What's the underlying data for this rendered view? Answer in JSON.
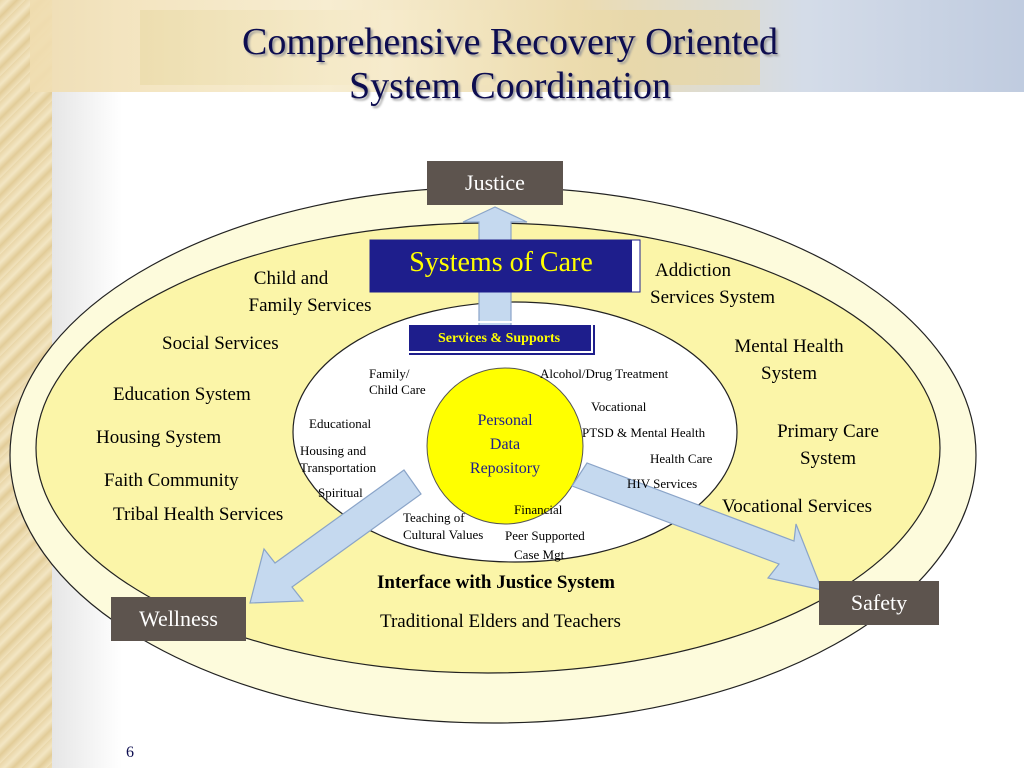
{
  "title_line1": "Comprehensive Recovery Oriented",
  "title_line2": "System Coordination",
  "boxes": {
    "justice": "Justice",
    "wellness": "Wellness",
    "safety": "Safety"
  },
  "systems_of_care": "Systems of Care",
  "services_supports": "Services & Supports",
  "center": {
    "line1": "Personal",
    "line2": "Data",
    "line3": "Repository"
  },
  "outer_left": {
    "child_family_1": "Child and",
    "child_family_2": "Family Services",
    "social": "Social Services",
    "education": "Education System",
    "housing": "Housing System",
    "faith": "Faith Community",
    "tribal": "Tribal Health Services"
  },
  "outer_right": {
    "addiction_1": "Addiction",
    "addiction_2": "Services System",
    "mental_1": "Mental Health",
    "mental_2": "System",
    "primary_1": "Primary Care",
    "primary_2": "System",
    "vocational": "Vocational Services"
  },
  "inner": {
    "family_1": "Family/",
    "family_2": "Child Care",
    "alcohol": "Alcohol/Drug Treatment",
    "vocational": "Vocational",
    "educational": "Educational",
    "ptsd": "PTSD & Mental Health",
    "housing_1": "Housing and",
    "housing_2": "Transportation",
    "health_care": "Health Care",
    "hiv": "HIV Services",
    "spiritual": "Spiritual",
    "financial": "Financial",
    "teaching_1": "Teaching of",
    "teaching_2": "Cultural Values",
    "peer_1": "Peer Supported",
    "peer_2": "Case Mgt"
  },
  "bottom": {
    "interface": "Interface with Justice System",
    "elders": "Traditional Elders and Teachers"
  },
  "page_number": "6",
  "colors": {
    "title": "#0d0d50",
    "outer_ellipse": "#fdfbdc",
    "middle_ellipse": "#fbf5a8",
    "center_circle": "#ffff00",
    "systems_box": "#1e1e8c",
    "label_box": "#5d544e",
    "arrow": "#c5d9ef"
  }
}
